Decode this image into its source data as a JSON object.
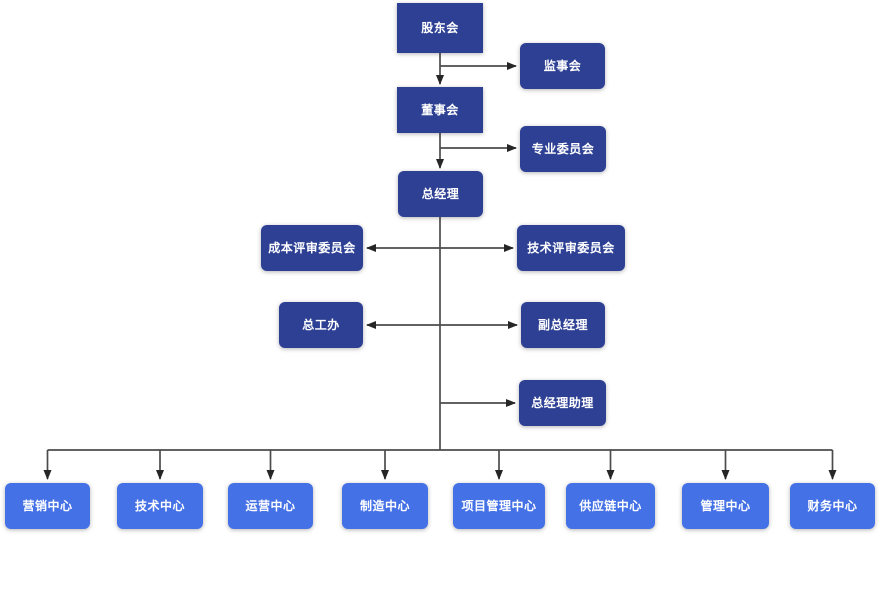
{
  "colors": {
    "node_dark_blue": "#2E4094",
    "node_light_blue": "#4571E6",
    "connector_line": "#4C4C4C",
    "arrowhead": "#262626",
    "node_text": "#FFFFFF",
    "background": "#FFFFFF"
  },
  "org_chart": {
    "shareholders_meeting": {
      "label": "股东会"
    },
    "supervisory_board": {
      "label": "监事会"
    },
    "board_of_directors": {
      "label": "董事会"
    },
    "professional_committee": {
      "label": "专业委员会"
    },
    "general_manager": {
      "label": "总经理"
    },
    "cost_review_committee": {
      "label": "成本评审委员会"
    },
    "technical_review_committee": {
      "label": "技术评审委员会"
    },
    "chief_engineer_office": {
      "label": "总工办"
    },
    "deputy_general_manager": {
      "label": "副总经理"
    },
    "general_manager_assistant": {
      "label": "总经理助理"
    },
    "departments": [
      {
        "label": "营销中心"
      },
      {
        "label": "技术中心"
      },
      {
        "label": "运营中心"
      },
      {
        "label": "制造中心"
      },
      {
        "label": "项目管理中心"
      },
      {
        "label": "供应链中心"
      },
      {
        "label": "管理中心"
      },
      {
        "label": "财务中心"
      }
    ]
  }
}
